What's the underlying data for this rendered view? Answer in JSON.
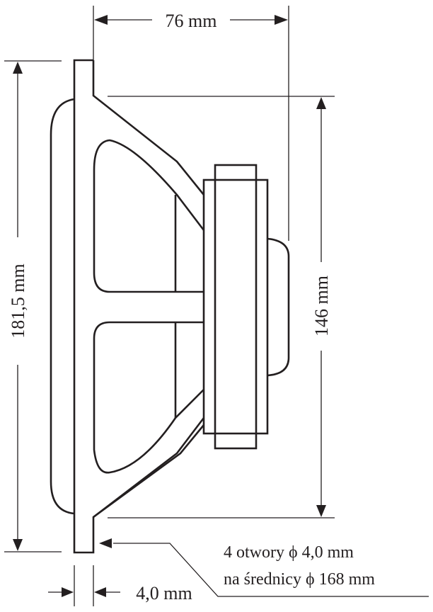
{
  "diagram": {
    "type": "technical-drawing",
    "subject": "loudspeaker side profile with mounting dimensions",
    "colors": {
      "ink": "#231f20",
      "background": "#ffffff"
    },
    "dimensions": {
      "depth": {
        "label": "76 mm",
        "value": 76,
        "unit": "mm"
      },
      "outer_height": {
        "label": "181,5 mm",
        "value": 181.5,
        "unit": "mm"
      },
      "cutout_height": {
        "label": "146 mm",
        "value": 146,
        "unit": "mm"
      },
      "flange_thickness": {
        "label": "4,0 mm",
        "value": 4.0,
        "unit": "mm"
      }
    },
    "callout": {
      "line1": "4 otwory ϕ 4,0 mm",
      "line2": "na średnicy ϕ 168 mm"
    }
  }
}
